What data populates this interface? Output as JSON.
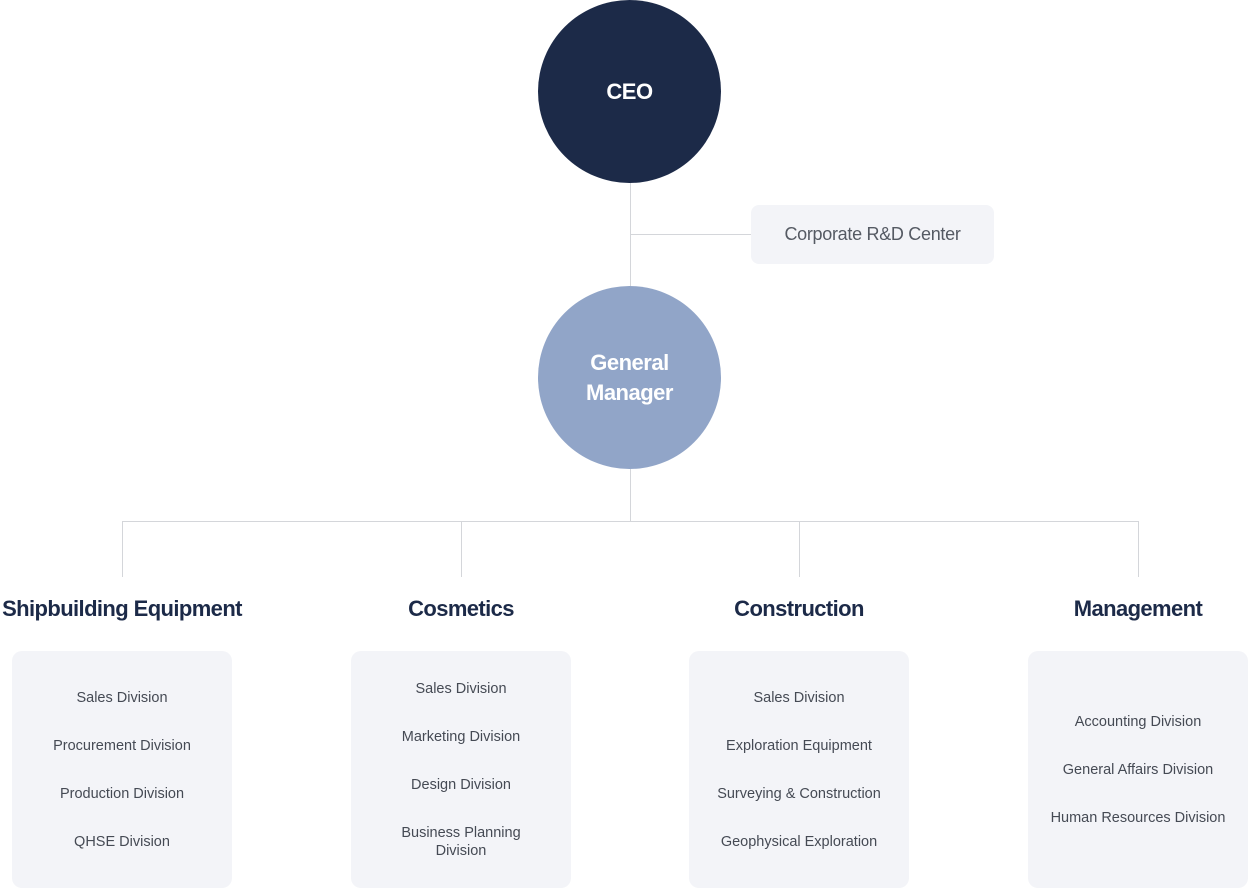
{
  "ceo": {
    "label": "CEO"
  },
  "general_manager": {
    "line1": "General",
    "line2": "Manager"
  },
  "rd_center": {
    "label": "Corporate R&D Center"
  },
  "divisions": [
    {
      "title": "Shipbuilding Equipment",
      "items": [
        "Sales Division",
        "Procurement Division",
        "Production Division",
        "QHSE Division"
      ]
    },
    {
      "title": "Cosmetics",
      "items": [
        "Sales Division",
        "Marketing Division",
        "Design Division",
        "Business Planning Division"
      ]
    },
    {
      "title": "Construction",
      "items": [
        "Sales Division",
        "Exploration Equipment",
        "Surveying & Construction",
        "Geophysical Exploration"
      ]
    },
    {
      "title": "Management",
      "items": [
        "Accounting Division",
        "General Affairs Division",
        "Human Resources Division"
      ]
    }
  ],
  "colors": {
    "ceo": "#1c2a48",
    "general_manager": "#91a5c8",
    "box_background": "#f3f4f8",
    "connector": "#d4d6da"
  }
}
